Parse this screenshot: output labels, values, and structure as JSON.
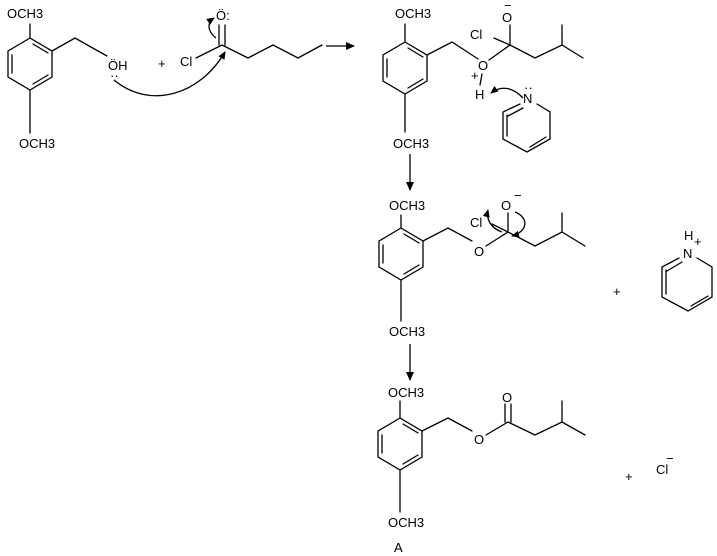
{
  "molecules": {
    "alcohol": {
      "top": "OCH3",
      "bottom": "OCH3",
      "oh": "ÖH"
    },
    "acyl_chloride": {
      "o": "Ö:",
      "cl": "Cl"
    },
    "intermediate1": {
      "top": "OCH3",
      "bottom": "OCH3",
      "cl": "Cl",
      "o_minus": "O",
      "o_plus": "O",
      "plus": "+",
      "h": "H",
      "minus": "−"
    },
    "pyridine": {
      "n": "N"
    },
    "intermediate2": {
      "top": "OCH3",
      "bottom": "OCH3",
      "cl": "Cl",
      "o_minus": "O",
      "o_ether": "O",
      "minus": "−"
    },
    "pyridinium": {
      "n": "N",
      "h": "H",
      "plus": "+"
    },
    "product": {
      "top": "OCH3",
      "bottom": "OCH3",
      "o_carbonyl": "O",
      "o_ester": "O",
      "label": "A"
    },
    "chloride": {
      "cl": "Cl",
      "minus": "−"
    }
  },
  "operators": {
    "plus1": "+",
    "plus2": "+",
    "plus3": "+"
  },
  "colors": {
    "ink": "#000000",
    "background": "#ffffff"
  }
}
